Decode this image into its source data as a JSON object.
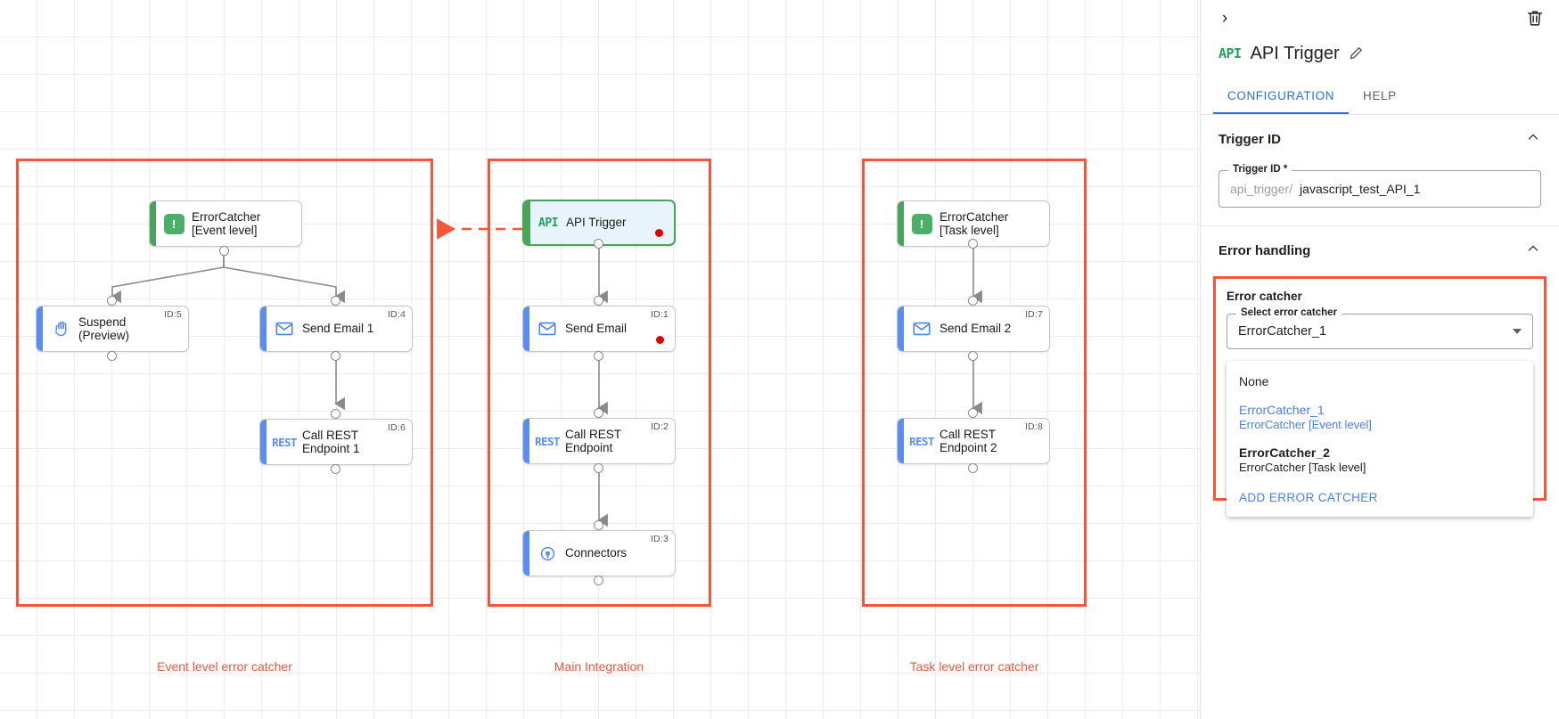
{
  "canvas": {
    "groups": [
      {
        "label": "Event level error catcher"
      },
      {
        "label": "Main Integration"
      },
      {
        "label": "Task level error catcher"
      }
    ],
    "nodes": {
      "error_catcher_event": {
        "title": "ErrorCatcher\n[Event level]",
        "icon": "error-catcher-icon",
        "id_badge": ""
      },
      "suspend": {
        "title": "Suspend\n(Preview)",
        "icon": "suspend-hand-icon",
        "id_badge": "ID:5"
      },
      "send_email_1": {
        "title": "Send Email 1",
        "icon": "email-icon",
        "id_badge": "ID:4"
      },
      "call_rest_1": {
        "title": "Call REST\nEndpoint 1",
        "icon": "rest-icon",
        "id_badge": "ID:6"
      },
      "api_trigger": {
        "title": "API Trigger",
        "icon": "api-icon",
        "id_badge": ""
      },
      "send_email": {
        "title": "Send Email",
        "icon": "email-icon",
        "id_badge": "ID:1"
      },
      "call_rest": {
        "title": "Call REST\nEndpoint",
        "icon": "rest-icon",
        "id_badge": "ID:2"
      },
      "connectors": {
        "title": "Connectors",
        "icon": "connectors-icon",
        "id_badge": "ID:3"
      },
      "error_catcher_task": {
        "title": "ErrorCatcher\n[Task level]",
        "icon": "error-catcher-icon",
        "id_badge": ""
      },
      "send_email_2": {
        "title": "Send Email 2",
        "icon": "email-icon",
        "id_badge": "ID:7"
      },
      "call_rest_2": {
        "title": "Call REST\nEndpoint 2",
        "icon": "rest-icon",
        "id_badge": "ID:8"
      }
    },
    "icon_glyphs": {
      "api": "API",
      "rest": "REST",
      "error_catcher": "!"
    },
    "colors": {
      "group_border": "#f4563c",
      "node_accent": "#5b8def",
      "selected": "#49a35b",
      "error_dot": "#e00000"
    }
  },
  "panel": {
    "collapse_icon": "›",
    "trash_icon": "delete-icon",
    "title": "API Trigger",
    "title_icon_text": "API",
    "tabs": [
      {
        "label": "CONFIGURATION",
        "active": true
      },
      {
        "label": "HELP",
        "active": false
      }
    ],
    "trigger_id_section": {
      "heading": "Trigger ID",
      "field_label": "Trigger ID *",
      "prefix": "api_trigger/",
      "value": "javascript_test_API_1"
    },
    "error_handling_section": {
      "heading": "Error handling",
      "sub_label": "Error catcher",
      "select_label": "Select error catcher",
      "selected_value": "ErrorCatcher_1",
      "options": [
        {
          "primary": "None",
          "secondary": "",
          "accent": false,
          "bold": false
        },
        {
          "primary": "ErrorCatcher_1",
          "secondary": "ErrorCatcher [Event level]",
          "accent": true,
          "bold": false
        },
        {
          "primary": "ErrorCatcher_2",
          "secondary": "ErrorCatcher [Task level]",
          "accent": false,
          "bold": true
        }
      ],
      "action_label": "ADD ERROR CATCHER"
    }
  }
}
